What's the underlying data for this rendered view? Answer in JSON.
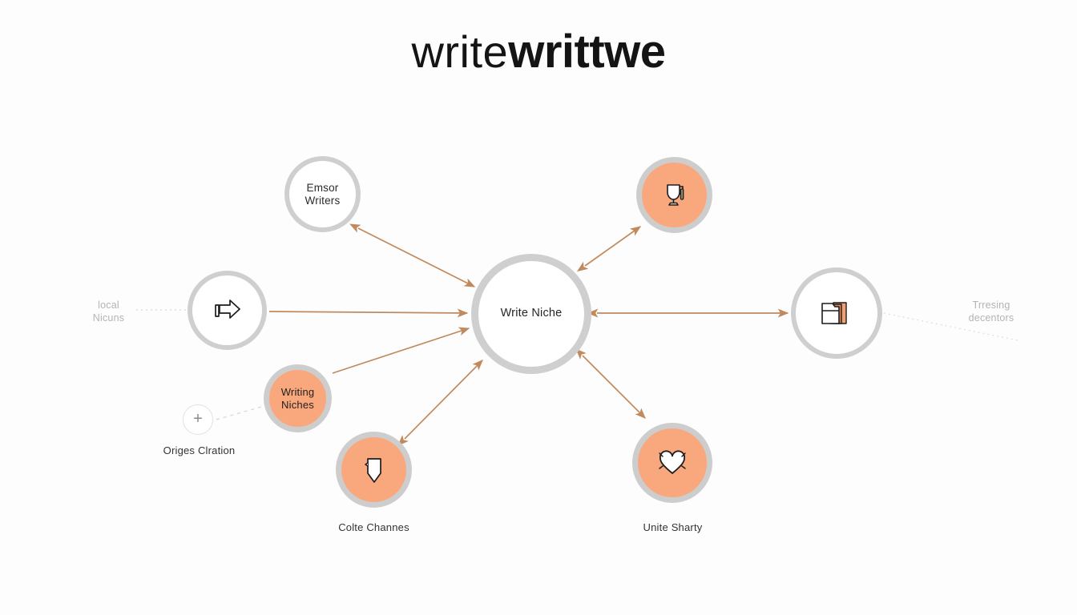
{
  "title": {
    "light_part": "write",
    "bold_part": "writtwe"
  },
  "colors": {
    "background": "#fdfdfd",
    "orange_fill": "#f9a87d",
    "ring_gray": "#cfcfcf",
    "arrow_brown": "#c08a5e",
    "text_dark": "#2b2b2b",
    "text_faint": "#b4b4b8"
  },
  "diagram": {
    "center_node": {
      "label": "Write Niche",
      "style": "white-ring"
    },
    "nodes": [
      {
        "id": "emsor-writers",
        "label": "Emsor\nWriters",
        "style": "white-ring",
        "icon": "none"
      },
      {
        "id": "trophy",
        "label": "",
        "style": "orange",
        "icon": "trophy-icon"
      },
      {
        "id": "arrow-node",
        "label": "",
        "style": "white-ring",
        "icon": "right-arrow-icon"
      },
      {
        "id": "folder",
        "label": "",
        "style": "white-ring",
        "icon": "folder-icon"
      },
      {
        "id": "writing-niches",
        "label": "Writing\nNiches",
        "style": "orange",
        "icon": "none"
      },
      {
        "id": "colte-channes",
        "label": "",
        "style": "orange",
        "icon": "speech-pin-icon"
      },
      {
        "id": "unite-sharty",
        "label": "",
        "style": "orange",
        "icon": "heart-icon"
      },
      {
        "id": "add-node",
        "label": "+",
        "style": "plus",
        "icon": "plus-icon"
      }
    ],
    "captions": {
      "colte_channes": "Colte Channes",
      "unite_sharty": "Unite Sharty",
      "origes_clration": "Origes Clration",
      "local_nicuns": "local\nNicuns",
      "trresing_decentors": "Trresing\ndecentors"
    },
    "edges": [
      {
        "from": "emsor-writers",
        "to": "center",
        "arrowheads": "both"
      },
      {
        "from": "center",
        "to": "trophy",
        "arrowheads": "both"
      },
      {
        "from": "arrow-node",
        "to": "center",
        "arrowheads": "end"
      },
      {
        "from": "center",
        "to": "folder",
        "arrowheads": "both"
      },
      {
        "from": "writing-niches",
        "to": "center",
        "arrowheads": "end"
      },
      {
        "from": "colte-channes",
        "to": "center",
        "arrowheads": "both"
      },
      {
        "from": "center",
        "to": "unite-sharty",
        "arrowheads": "both"
      },
      {
        "from": "local-caption",
        "to": "arrow-node",
        "style": "dotted"
      },
      {
        "from": "folder",
        "to": "trresing-caption",
        "style": "dotted"
      },
      {
        "from": "add-node",
        "to": "writing-niches",
        "style": "dashed"
      }
    ]
  }
}
